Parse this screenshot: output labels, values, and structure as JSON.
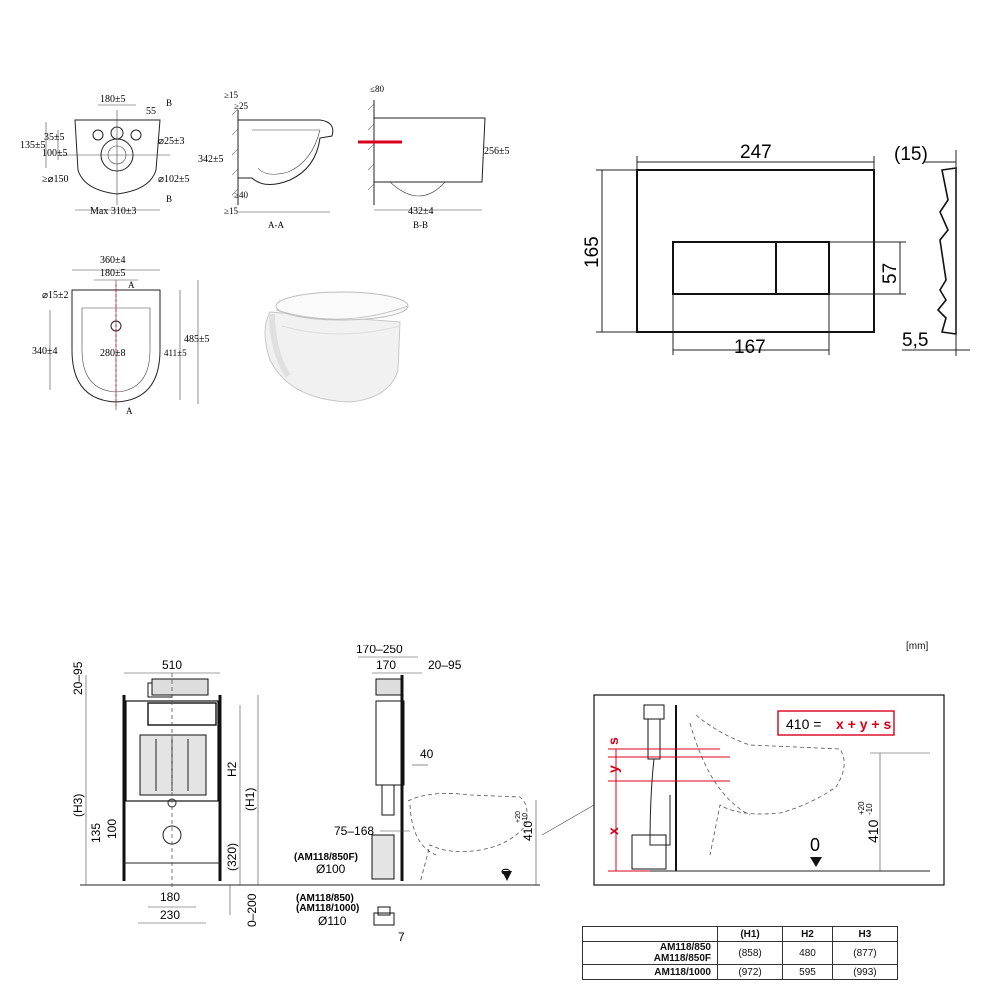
{
  "top_left": {
    "plan_view": {
      "labels": [
        "180±5",
        "55",
        "B",
        "35±5",
        "135±5",
        "100±5",
        "⌀25±3",
        "≥⌀150",
        "⌀102±5",
        "B",
        "Max 310±3"
      ]
    },
    "section_aa": {
      "labels": [
        "≥15",
        "≥25",
        "342±5",
        "≥40",
        "≥15",
        "A-A"
      ]
    },
    "section_bb": {
      "labels": [
        "≤80",
        "256±5",
        "432±4",
        "B-B"
      ]
    },
    "top_view": {
      "labels": [
        "360±4",
        "180±5",
        "A",
        "⌀15±2",
        "340±4",
        "280±8",
        "485±5",
        "411±5",
        "A"
      ]
    }
  },
  "flush_plate": {
    "width": "247",
    "height": "165",
    "button_width": "167",
    "button_height": "57",
    "side_depth": "(15)",
    "side_thickness": "5,5"
  },
  "frame": {
    "unit_label": "[mm]",
    "front": {
      "labels": [
        "510",
        "20–95",
        "(H3)",
        "H2",
        "(H1)",
        "135",
        "100",
        "(320)",
        "180",
        "230",
        "0–200"
      ]
    },
    "side": {
      "labels": [
        "170–250",
        "170",
        "20–95",
        "40",
        "75–168",
        "410",
        "+20",
        "-10",
        "0",
        "(AM118/850F)",
        "Ø100",
        "(AM118/850)",
        "(AM118/1000)",
        "Ø110",
        "7"
      ]
    },
    "detail": {
      "formula_lhs": "410 =",
      "formula_rhs": "x + y + s",
      "labels": [
        "s",
        "y",
        "x",
        "410",
        "+20",
        "-10",
        "0"
      ]
    }
  },
  "table": {
    "headers": [
      "",
      "(H1)",
      "H2",
      "H3"
    ],
    "rows": [
      {
        "models": [
          "AM118/850",
          "AM118/850F"
        ],
        "h1": "(858)",
        "h2": "480",
        "h3": "(877)"
      },
      {
        "models": [
          "AM118/1000"
        ],
        "h1": "(972)",
        "h2": "595",
        "h3": "(993)"
      }
    ]
  },
  "colors": {
    "line": "#222222",
    "accent": "#d9001b",
    "toilet_shade": "#e6e6e6"
  }
}
